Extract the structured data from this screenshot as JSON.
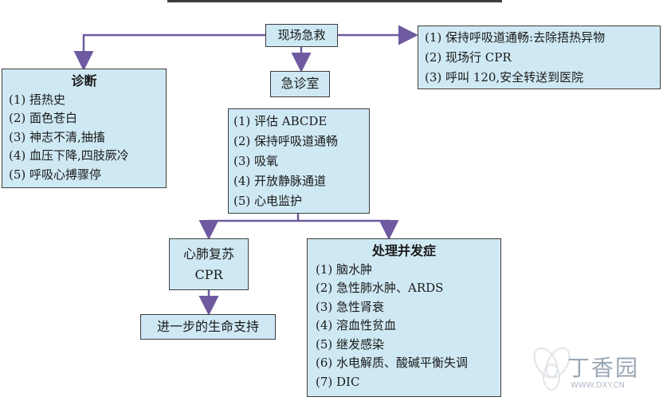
{
  "scene": "现场急救",
  "scene_actions": [
    "(1) 保持呼吸道通畅:去除捂热异物",
    "(2) 现场行 CPR",
    "(3) 呼叫 120,安全转送到医院"
  ],
  "diagnosis": {
    "title": "诊断",
    "items": [
      "(1) 捂热史",
      "(2) 面色苍白",
      "(3) 神志不清,抽搐",
      "(4) 血压下降,四肢厥冷",
      "(5) 呼吸心搏骤停"
    ]
  },
  "er": "急诊室",
  "er_items": [
    "(1) 评估 ABCDE",
    "(2) 保持呼吸道通畅",
    "(3) 吸氧",
    "(4) 开放静脉通道",
    "(5) 心电监护"
  ],
  "cpr": {
    "line1": "心肺复苏",
    "line2": "CPR"
  },
  "life_support": "进一步的生命支持",
  "complications": {
    "title": "处理并发症",
    "items": [
      "(1) 脑水肿",
      "(2) 急性肺水肿、ARDS",
      "(3) 急性肾衰",
      "(4) 溶血性贫血",
      "(5) 继发感染",
      "(6) 水电解质、酸碱平衡失调",
      "(7) DIC"
    ]
  },
  "watermark": {
    "text": "丁香园",
    "sub": "WWW.DXY.CN"
  },
  "colors": {
    "box_fill": "#cfe9f4",
    "border": "#3d3d3d",
    "arrow": "#6e5aa0"
  }
}
